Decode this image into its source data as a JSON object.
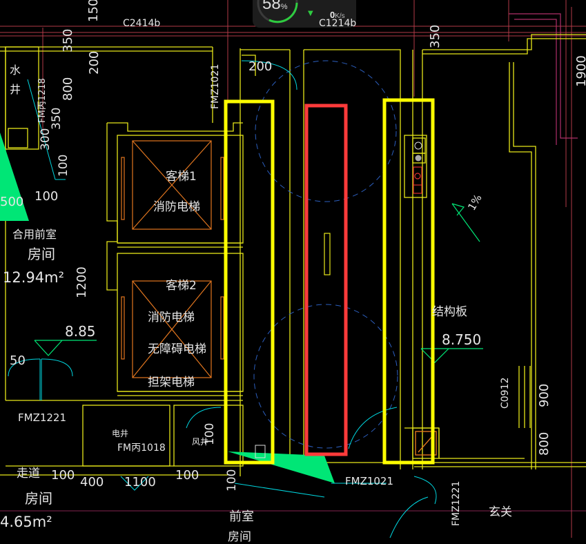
{
  "widget": {
    "percent": "58",
    "percent_unit": "%",
    "speed_value": "0",
    "speed_unit": "K/s"
  },
  "labels": {
    "c2414b": "C2414b",
    "c1214b": "C1214b",
    "d150": "150",
    "d350a": "350",
    "d350b": "350",
    "d200v": "200",
    "d200h": "200",
    "d800a": "800",
    "d350c": "350",
    "d300": "300",
    "d100a": "100",
    "d100b": "100",
    "d500": "500",
    "d1200": "1200",
    "d50": "50",
    "d1900": "1900",
    "d900": "900",
    "d800b": "800",
    "d100c": "100",
    "d400": "400",
    "d1100": "1100",
    "d100d": "100",
    "d100e": "100",
    "d100f": "100",
    "fmz1021_top": "FMZ1021",
    "fmb1218": "FM丙1218",
    "water_well_1": "水",
    "water_well_2": "井",
    "lift1": "客梯1",
    "fire_lift1": "消防电梯",
    "lift2": "客梯2",
    "fire_lift2": "消防电梯",
    "accessible_lift": "无障碍电梯",
    "stretcher_lift": "担架电梯",
    "shared_anteroom": "合用前室",
    "room1": "房间",
    "area1": "12.94m²",
    "level885": "8.85",
    "level8750": "8.750",
    "slab": "结构板",
    "slope": "1%",
    "fmz1221_left": "FMZ1221",
    "elec_well": "电井",
    "fmb1018": "FM丙1018",
    "air_well": "风井",
    "fmz1021_bottom": "FMZ1021",
    "fmz1221_bottom": "FMZ1221",
    "c0912": "C0912",
    "corridor": "走道",
    "room2": "房间",
    "area2": "4.65m²",
    "anteroom": "前室",
    "room3": "房间",
    "foyer": "玄关"
  },
  "colors": {
    "background": "#000000",
    "wall": "#e8e81a",
    "highlight_yellow": "#ffff00",
    "highlight_red": "#ff3b3b",
    "cyan": "#00d7e0",
    "green_fill": "#00e676",
    "orange": "#e2761f",
    "magenta": "#b0306a",
    "grid": "#b23a48",
    "text": "#e6e6e6"
  }
}
